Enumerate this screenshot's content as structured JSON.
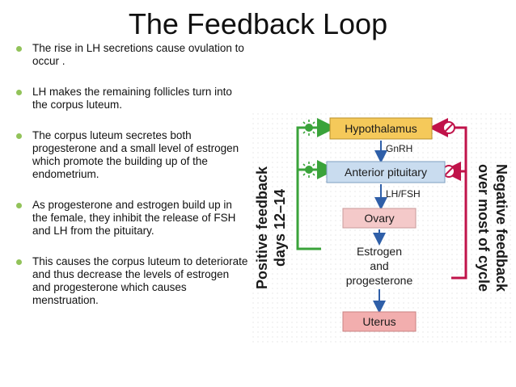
{
  "title": "The Feedback Loop",
  "bullets": [
    "The rise in LH secretions cause ovulation to occur .",
    "LH makes the remaining follicles turn into the corpus luteum.",
    "The corpus luteum secretes both progesterone and a small level of estrogen which promote the building up of the endometrium.",
    "As progesterone and estrogen build up in the female, they inhibit the release of FSH and LH from the pituitary.",
    "This causes the corpus luteum to deteriorate and thus decrease the levels of estrogen and progesterone which causes menstruation."
  ],
  "diagram": {
    "boxes": {
      "hypothalamus": "Hypothalamus",
      "anterior_pituitary": "Anterior pituitary",
      "ovary": "Ovary",
      "estrogen": "Estrogen",
      "and": "and",
      "progesterone": "progesterone",
      "uterus": "Uterus"
    },
    "hormones": {
      "gnrh": "GnRH",
      "lh_fsh": "LH/FSH"
    },
    "positive_feedback": {
      "line1": "Positive feedback",
      "line2": "days 12–14"
    },
    "negative_feedback": {
      "line1": "Negative feedback",
      "line2": "over most of cycle"
    },
    "colors": {
      "positive": "#3aa33a",
      "negative": "#c0134a",
      "hypothalamus_box": "#f5c95a",
      "pituitary_box": "#c9dcef",
      "ovary_box": "#f4c9c9",
      "uterus_box": "#f2aeae",
      "arrow": "#2f5fa8"
    }
  }
}
